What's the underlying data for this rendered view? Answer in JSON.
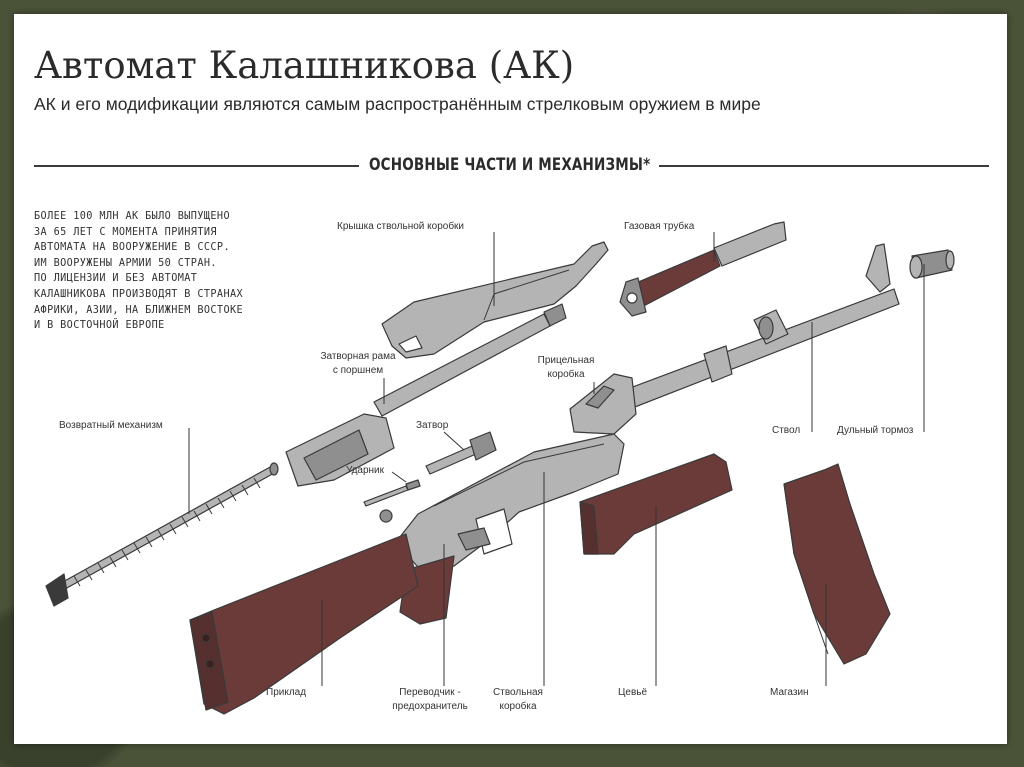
{
  "title": "Автомат Калашникова (АК)",
  "subtitle": "АК и его модификации являются самым распространённым стрелковым оружием в мире",
  "section_title": "ОСНОВНЫЕ ЧАСТИ И МЕХАНИЗМЫ*",
  "fact_lines": [
    "БОЛЕЕ 100 МЛН АК БЫЛО ВЫПУЩЕНО",
    "ЗА 65 ЛЕТ С МОМЕНТА ПРИНЯТИЯ",
    "АВТОМАТА НА ВООРУЖЕНИЕ В СССР.",
    "ИМ ВООРУЖЕНЫ АРМИИ 50 СТРАН.",
    "ПО ЛИЦЕНЗИИ И БЕЗ АВТОМАТ",
    "КАЛАШНИКОВА ПРОИЗВОДЯТ В СТРАНАХ",
    "АФРИКИ, АЗИИ, НА БЛИЖНЕМ ВОСТОКЕ",
    "И В ВОСТОЧНОЙ ЕВРОПЕ"
  ],
  "labels": {
    "receiver_cover": "Крышка ствольной коробки",
    "gas_tube": "Газовая трубка",
    "bolt_carrier": [
      "Затворная рама",
      "с поршнем"
    ],
    "sight_block": [
      "Прицельная",
      "коробка"
    ],
    "recoil_spring": "Возвратный механизм",
    "bolt": "Затвор",
    "firing_pin": "Ударник",
    "barrel": "Ствол",
    "muzzle_brake": "Дульный тормоз",
    "stock": "Приклад",
    "selector": [
      "Переводчик -",
      "предохранитель"
    ],
    "receiver": [
      "Ствольная",
      "коробка"
    ],
    "handguard": "Цевьё",
    "magazine": "Магазин"
  },
  "colors": {
    "wood": "#6b3b3a",
    "metal": "#b4b4b4",
    "metal_dark": "#8f8f8f",
    "outline": "#3a3a3a",
    "background": "#4a5238"
  }
}
